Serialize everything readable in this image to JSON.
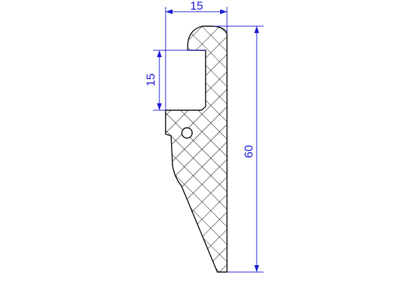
{
  "drawing": {
    "dimensions": {
      "width_label": "15",
      "slot_label": "15",
      "height_label": "60"
    },
    "colors": {
      "outline": "#000000",
      "hatch": "#000000",
      "dimension": "#1a1ad6",
      "background": "#ffffff"
    }
  }
}
